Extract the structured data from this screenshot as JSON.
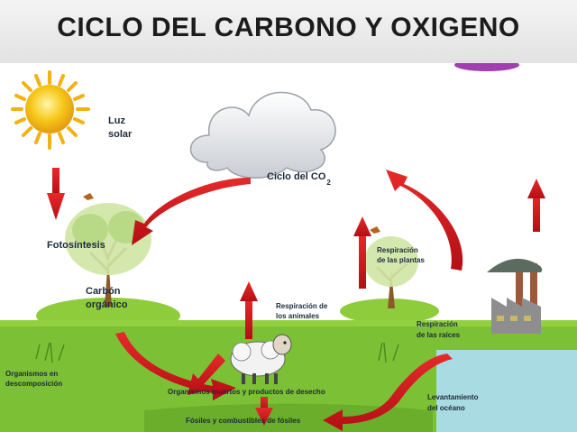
{
  "title": "CICLO DEL CARBONO Y OXIGENO",
  "labels": {
    "sunlight_line1": "Luz",
    "sunlight_line2": "solar",
    "co2_cycle": "Ciclo del CO",
    "co2_subscript": "2",
    "photosynthesis": "Fotosíntesis",
    "organic_carbon_line1": "Carbón",
    "organic_carbon_line2": "orgánico",
    "plant_respiration_line1": "Respiración",
    "plant_respiration_line2": "de las plantas",
    "animal_respiration_line1": "Respiración de",
    "animal_respiration_line2": "los animales",
    "root_respiration_line1": "Respiración",
    "root_respiration_line2": "de las raíces",
    "decomposers_line1": "Organismos en",
    "decomposers_line2": "descomposición",
    "waste": "Organismos muertos y productos de desecho",
    "fossils": "Fósiles y combustibles de fósiles",
    "ocean_uptake_line1": "Levantamiento",
    "ocean_uptake_line2": "del océano"
  },
  "colors": {
    "arrow": "#d4151b",
    "ground": "#7cc035",
    "water": "#a9dbe3",
    "sun": "#f6c81a"
  }
}
